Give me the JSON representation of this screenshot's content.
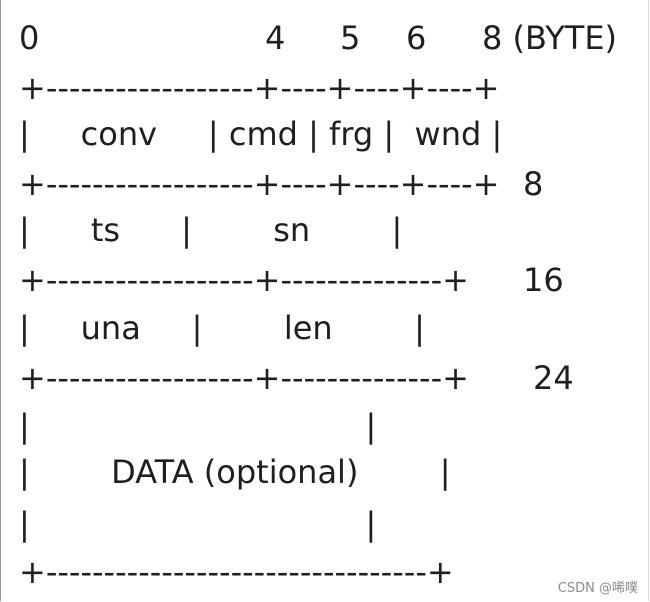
{
  "header": {
    "b0": "0",
    "b4": "4",
    "b5": "5",
    "b6": "6",
    "b8": "8 (BYTE)"
  },
  "lines": [
    "+------------------+----+----+----+",
    "|     conv     | cmd | frg |  wnd |",
    "+------------------+----+----+----+",
    "|      ts      |        sn        |",
    "+------------------+--------------+",
    "|     una     |        len        |",
    "+------------------+--------------+",
    "|                                 |",
    "|        DATA (optional)        |",
    "|                                 |",
    "+---------------------------------+"
  ],
  "offsets": {
    "o8": "8",
    "o16": "16",
    "o24": "24"
  },
  "watermark": "CSDN @唏噗"
}
